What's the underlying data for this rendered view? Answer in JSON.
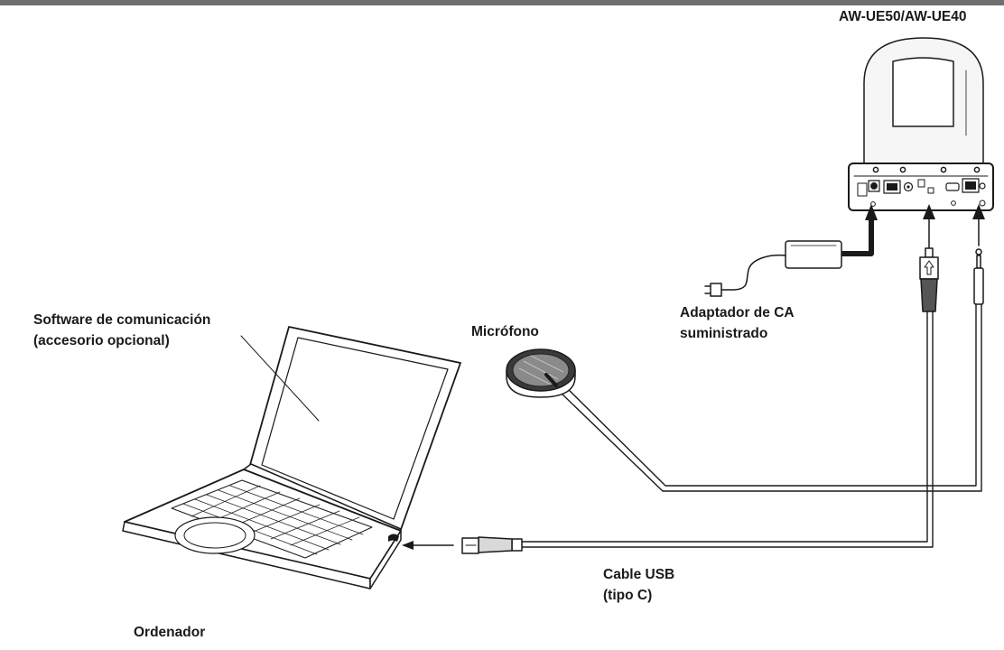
{
  "labels": {
    "camera_model": "AW-UE50/AW-UE40",
    "software_line1": "Software de comunicación",
    "software_line2": "(accesorio opcional)",
    "microphone": "Micrófono",
    "ac_adapter_line1": "Adaptador de CA",
    "ac_adapter_line2": "suministrado",
    "usb_cable_line1": "Cable USB",
    "usb_cable_line2": "(tipo C)",
    "computer": "Ordenador"
  },
  "icons": [
    "camera-icon",
    "laptop-icon",
    "microphone-icon",
    "ac-adapter-icon",
    "power-plug-icon",
    "usb-connector-icon",
    "audio-jack-icon"
  ],
  "colors": {
    "line": "#1a1a1a",
    "camera_body": "#f5f5f5",
    "camera_base": "#2b2b2b",
    "header_bar": "#6e6e6e"
  }
}
